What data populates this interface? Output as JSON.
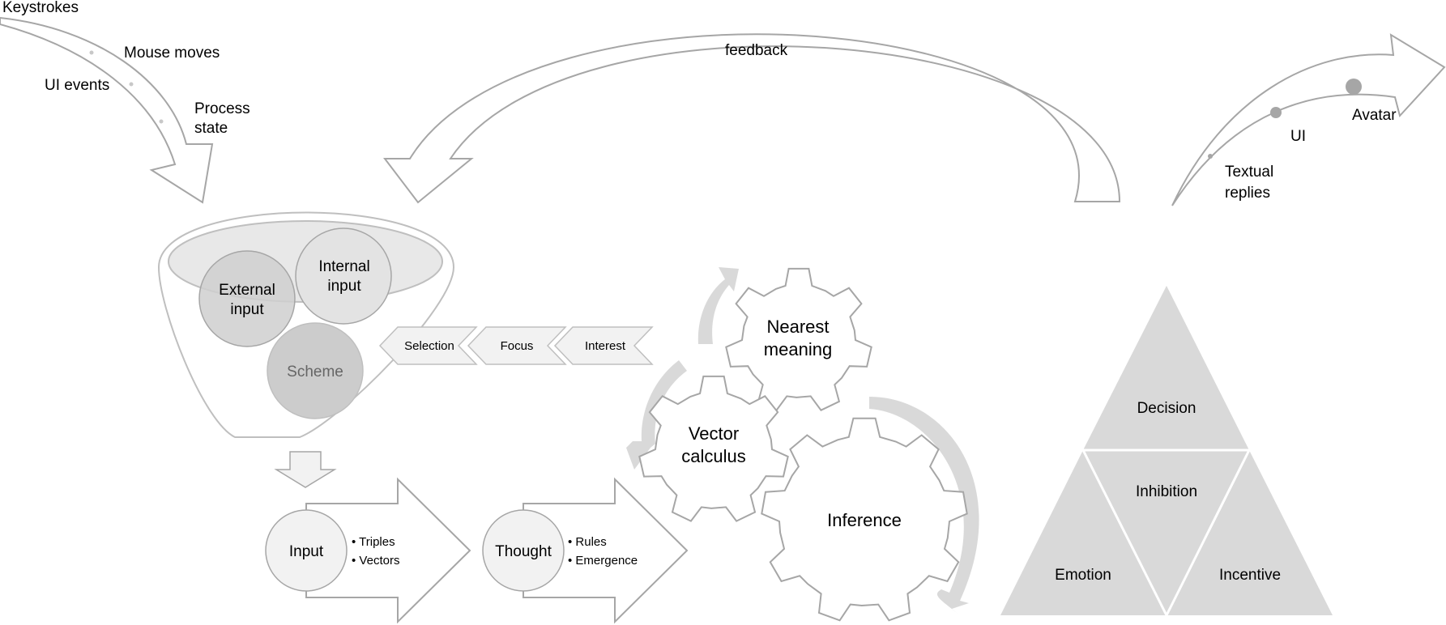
{
  "inputs": {
    "keystrokes": "Keystrokes",
    "mouse_moves": "Mouse moves",
    "ui_events": "UI events",
    "process_state": [
      "Process",
      "state"
    ]
  },
  "feedback_label": "feedback",
  "outputs": {
    "textual_replies": [
      "Textual",
      "replies"
    ],
    "ui": "UI",
    "avatar": "Avatar"
  },
  "funnel": {
    "external_input": [
      "External",
      "input"
    ],
    "internal_input": [
      "Internal",
      "input"
    ],
    "scheme": "Scheme"
  },
  "chevrons": [
    "Selection",
    "Focus",
    "Interest"
  ],
  "process_blocks": [
    {
      "circle": "Input",
      "bullets": [
        "Triples",
        "Vectors"
      ]
    },
    {
      "circle": "Thought",
      "bullets": [
        "Rules",
        "Emergence"
      ]
    }
  ],
  "gears": {
    "nearest_meaning": [
      "Nearest",
      "meaning"
    ],
    "vector_calculus": [
      "Vector",
      "calculus"
    ],
    "inference": "Inference"
  },
  "pyramid": {
    "decision": "Decision",
    "inhibition": "Inhibition",
    "emotion": "Emotion",
    "incentive": "Incentive"
  },
  "colors": {
    "outline": "#a6a6a6",
    "light_fill": "#f2f2f2",
    "mid_fill": "#d9d9d9",
    "dark_fill": "#c8c8c8",
    "scheme_text": "#666666"
  }
}
